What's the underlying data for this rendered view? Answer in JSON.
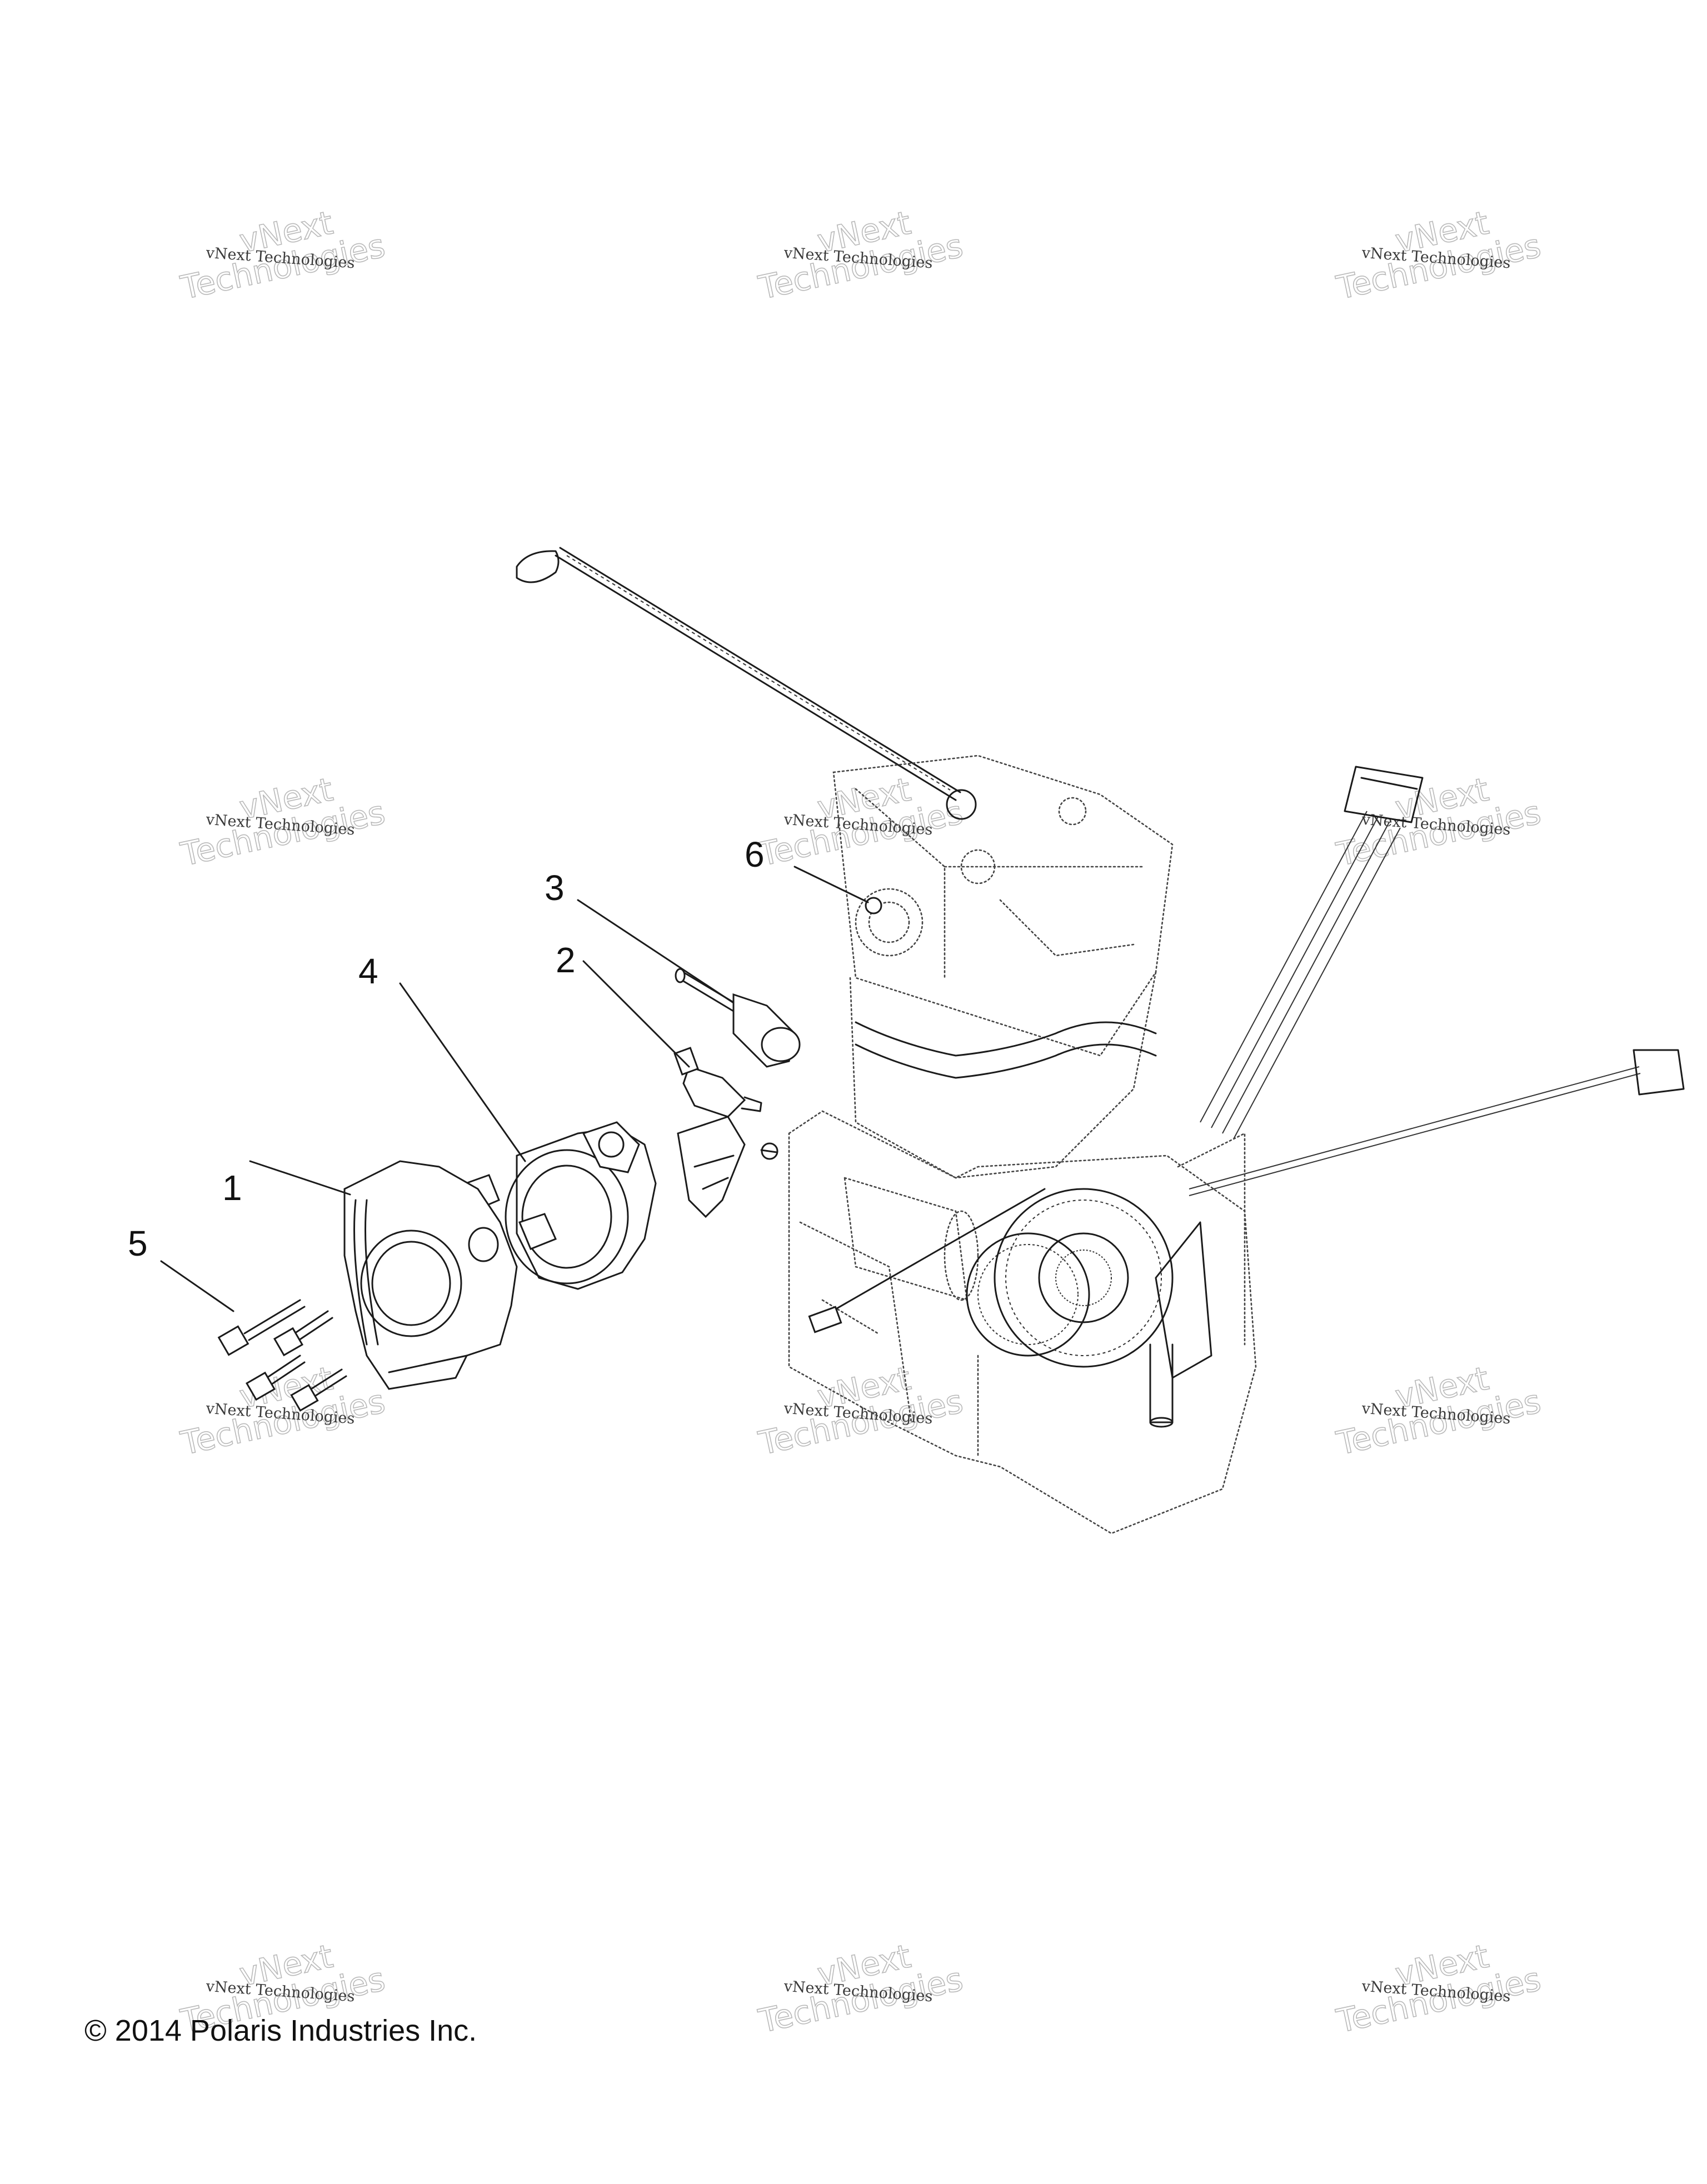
{
  "copyright": "© 2014 Polaris Industries Inc.",
  "watermark": {
    "small_text": "vNext Technologies",
    "large_line1": "vNext",
    "large_line2": "Technologies"
  },
  "callouts": [
    {
      "id": "1",
      "label": "1"
    },
    {
      "id": "2",
      "label": "2"
    },
    {
      "id": "3",
      "label": "3"
    },
    {
      "id": "4",
      "label": "4"
    },
    {
      "id": "5",
      "label": "5"
    },
    {
      "id": "6",
      "label": "6"
    }
  ],
  "colors": {
    "line": "#1b1b1b",
    "background": "#ffffff",
    "watermark": "#b9b9b9"
  }
}
